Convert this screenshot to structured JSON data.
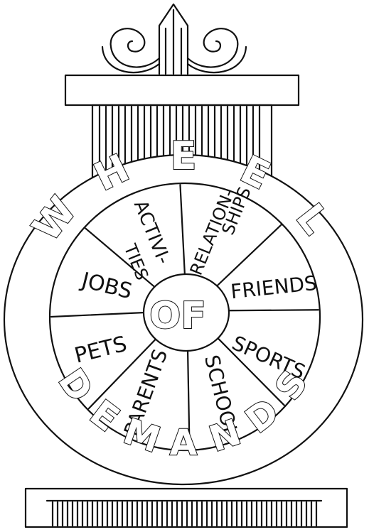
{
  "title_top": [
    "W",
    "H",
    "E",
    "E",
    "L"
  ],
  "title_bottom": [
    "D",
    "E",
    "M",
    "A",
    "N",
    "D",
    "S"
  ],
  "center_word": "OF",
  "segments": [
    {
      "lines": [
        "ACTIVI-",
        "TIES"
      ]
    },
    {
      "lines": [
        "RELATION-",
        "SHIPS"
      ]
    },
    {
      "lines": [
        "FRIENDS"
      ]
    },
    {
      "lines": [
        "SPORTS"
      ]
    },
    {
      "lines": [
        "SCHOOL"
      ]
    },
    {
      "lines": [
        "PARENTS"
      ]
    },
    {
      "lines": [
        "PETS"
      ]
    },
    {
      "lines": [
        "JOBS"
      ]
    }
  ],
  "colors": {
    "ink": "#111111",
    "paper": "#ffffff"
  }
}
